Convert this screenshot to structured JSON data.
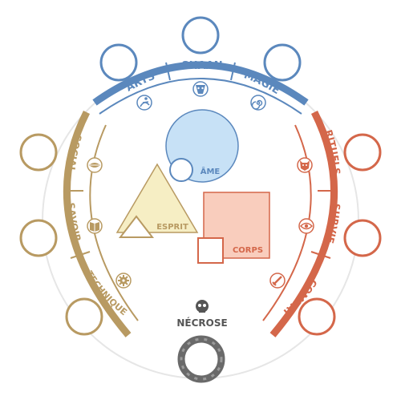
{
  "colors": {
    "blue": "#5b88bd",
    "gold": "#b89a62",
    "red": "#d4674a",
    "ame_fill": "#c7e1f6",
    "esprit_fill": "#f6eec4",
    "corps_fill": "#f9cdbd",
    "necrose": "#555555"
  },
  "arcs": {
    "shaan": {
      "labels": [
        "ARTS",
        "SHAAN",
        "MAGIE"
      ],
      "icons": [
        "dancer-icon",
        "shaan-mask-icon",
        "spiral-icon"
      ]
    },
    "left": {
      "labels": [
        "SOCIAL",
        "SAVOIR",
        "TECHNIQUE"
      ],
      "icons": [
        "lips-icon",
        "book-icon",
        "gear-icon"
      ]
    },
    "right": {
      "labels": [
        "RITUELS",
        "SURVIE",
        "COMBAT"
      ],
      "icons": [
        "demon-mask-icon",
        "eye-icon",
        "dagger-icon"
      ]
    }
  },
  "trihumains": {
    "ame": "ÂME",
    "esprit": "ESPRIT",
    "corps": "CORPS"
  },
  "necrose": {
    "label": "NÉCROSE",
    "icon": "skull-icon"
  }
}
